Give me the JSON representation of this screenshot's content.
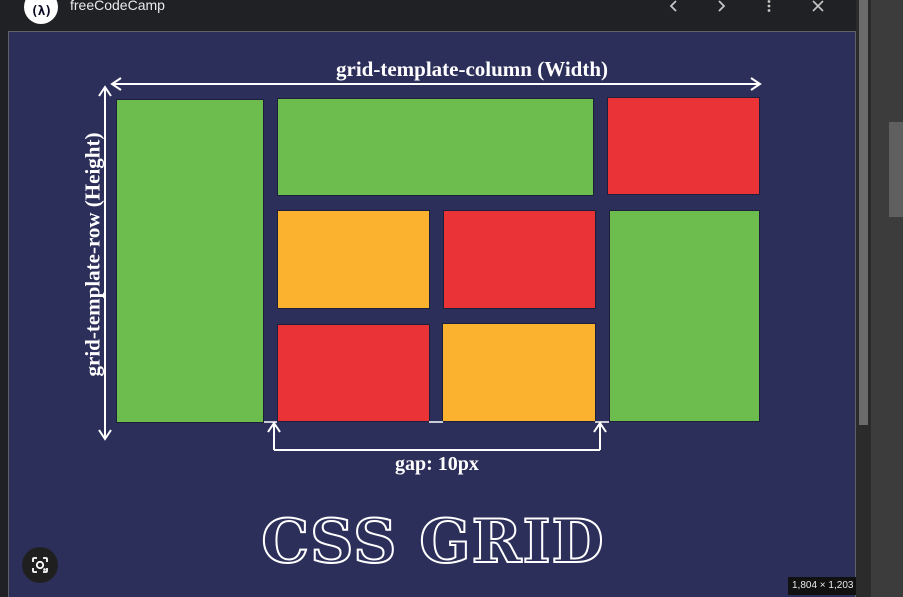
{
  "header": {
    "site_name": "freeCodeCamp",
    "logo_glyph": "(λ)",
    "icons": [
      "chevron-left-icon",
      "chevron-right-icon",
      "more-vert-icon",
      "close-icon"
    ]
  },
  "image": {
    "column_label": "grid-template-column (Width)",
    "row_label": "grid-template-row (Height)",
    "gap_label": "gap: 10px",
    "title": "CSS GRID",
    "dimensions": "1,804 × 1,203",
    "colors": {
      "background": "#2d2f5b",
      "green": "#6cbd4e",
      "red": "#e93337",
      "orange": "#fbb22f"
    },
    "cells": [
      {
        "name": "cell-left-tall-green",
        "color": "green"
      },
      {
        "name": "cell-top-wide-green",
        "color": "green"
      },
      {
        "name": "cell-top-right-red",
        "color": "red"
      },
      {
        "name": "cell-mid-orange",
        "color": "orange"
      },
      {
        "name": "cell-mid-red",
        "color": "red"
      },
      {
        "name": "cell-right-tall-green",
        "color": "green"
      },
      {
        "name": "cell-bottom-red",
        "color": "red"
      },
      {
        "name": "cell-bottom-orange",
        "color": "orange"
      }
    ]
  },
  "lens": {
    "icon": "lens-search-icon"
  }
}
